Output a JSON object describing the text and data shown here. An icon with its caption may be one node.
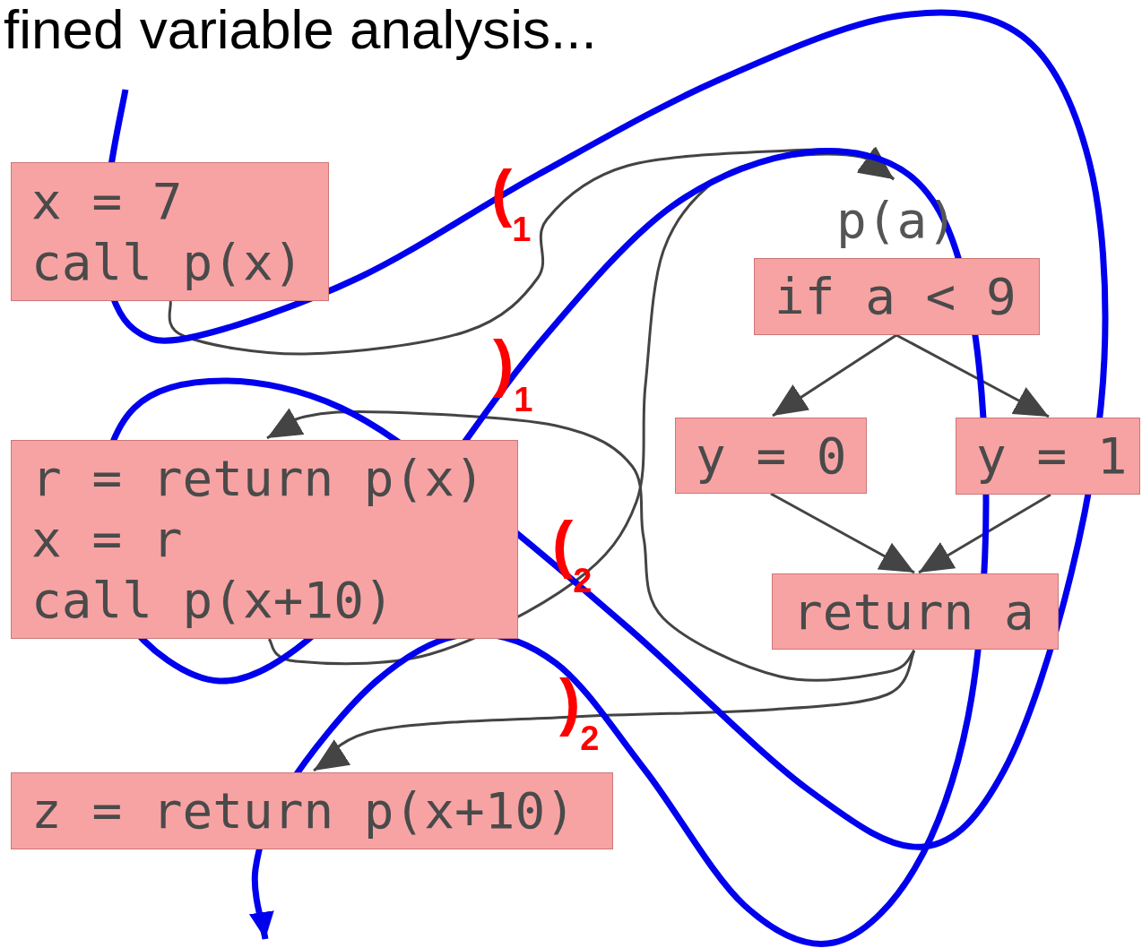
{
  "diagram": {
    "title": "fined variable analysis...",
    "nodes": [
      {
        "text": [
          "x = 7",
          "call p(x)"
        ]
      },
      {
        "text": [
          "p(a)"
        ]
      },
      {
        "text": [
          "if a < 9"
        ]
      },
      {
        "text": [
          "y = 0"
        ]
      },
      {
        "text": [
          "y = 1"
        ]
      },
      {
        "text": [
          "r = return p(x)",
          "x = r",
          "call p(x+10)"
        ]
      },
      {
        "text": [
          "return a"
        ]
      },
      {
        "text": [
          "z = return p(x+10)"
        ]
      }
    ],
    "edges": [
      {
        "from": 0,
        "to": 1,
        "arrow": "to"
      },
      {
        "from": 2,
        "to": 3,
        "arrow": "to"
      },
      {
        "from": 2,
        "to": 4,
        "arrow": "to"
      },
      {
        "from": 6,
        "to": 5,
        "arrow": "to"
      },
      {
        "from": 5,
        "to": 1,
        "arrow": "to"
      },
      {
        "from": 3,
        "to": 6,
        "arrow": "to"
      },
      {
        "from": 4,
        "to": 6,
        "arrow": "to"
      },
      {
        "from": 6,
        "to": 7,
        "arrow": "to"
      }
    ],
    "labels": [
      "($_{1}$",
      ")$_{1}$",
      "($_{2}$",
      ")$_{2}$"
    ]
  }
}
